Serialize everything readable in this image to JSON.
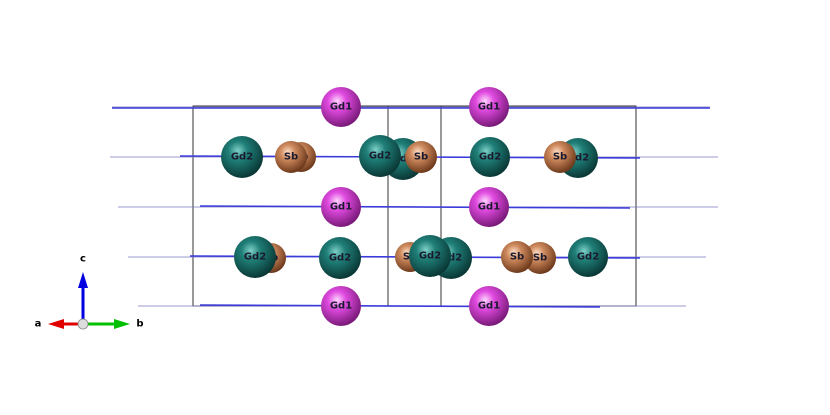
{
  "structure": {
    "colors": {
      "Gd1": "#cc33cc",
      "Gd2": "#1a6b66",
      "Sb": "#c07a50",
      "bond": "#3b3bd9",
      "cell": "#000000"
    },
    "axes": {
      "a": {
        "label": "a",
        "color": "#e00000"
      },
      "b": {
        "label": "b",
        "color": "#00c000"
      },
      "c": {
        "label": "c",
        "color": "#0000e0"
      }
    },
    "atoms": [
      {
        "label": "Gd2",
        "element": "Gd2"
      },
      {
        "label": "Sb",
        "element": "Sb"
      },
      {
        "label": "Sb",
        "element": "Sb"
      },
      {
        "label": "Gd2",
        "element": "Gd2"
      },
      {
        "label": "Gd2",
        "element": "Gd2"
      },
      {
        "label": "Sb",
        "element": "Sb"
      },
      {
        "label": "Gd2",
        "element": "Gd2"
      },
      {
        "label": "Sb",
        "element": "Sb"
      },
      {
        "label": "Gd2",
        "element": "Gd2"
      },
      {
        "label": "Gd1",
        "element": "Gd1"
      },
      {
        "label": "Gd1",
        "element": "Gd1"
      },
      {
        "label": "Gd1",
        "element": "Gd1"
      },
      {
        "label": "Gd1",
        "element": "Gd1"
      },
      {
        "label": "Gd1",
        "element": "Gd1"
      },
      {
        "label": "Gd1",
        "element": "Gd1"
      },
      {
        "label": "Gd2",
        "element": "Gd2"
      },
      {
        "label": "Gd2",
        "element": "Gd2"
      },
      {
        "label": "Sb",
        "element": "Sb"
      },
      {
        "label": "Sb",
        "element": "Sb"
      },
      {
        "label": "Gd2",
        "element": "Gd2"
      },
      {
        "label": "Gd2",
        "element": "Gd2"
      },
      {
        "label": "Sb",
        "element": "Sb"
      },
      {
        "label": "Sb",
        "element": "Sb"
      },
      {
        "label": "Gd2",
        "element": "Gd2"
      }
    ]
  }
}
